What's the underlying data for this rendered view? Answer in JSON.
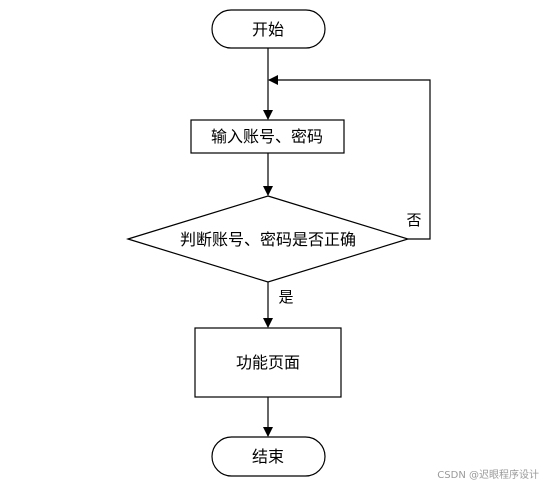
{
  "flowchart": {
    "nodes": {
      "start": {
        "shape": "terminal",
        "text": "开始"
      },
      "input": {
        "shape": "process",
        "text": "输入账号、密码"
      },
      "decision": {
        "shape": "decision",
        "text": "判断账号、密码是否正确"
      },
      "function_page": {
        "shape": "process",
        "text": "功能页面"
      },
      "end": {
        "shape": "terminal",
        "text": "结束"
      }
    },
    "edges": [
      {
        "from": "start",
        "to": "input",
        "label": ""
      },
      {
        "from": "input",
        "to": "decision",
        "label": ""
      },
      {
        "from": "decision",
        "to": "function_page",
        "label": "是"
      },
      {
        "from": "decision",
        "to": "input",
        "label": "否"
      },
      {
        "from": "function_page",
        "to": "end",
        "label": ""
      }
    ],
    "colors": {
      "stroke": "#000000",
      "fill": "#ffffff",
      "text": "#000000"
    }
  },
  "watermark": "CSDN @迟眼程序设计"
}
